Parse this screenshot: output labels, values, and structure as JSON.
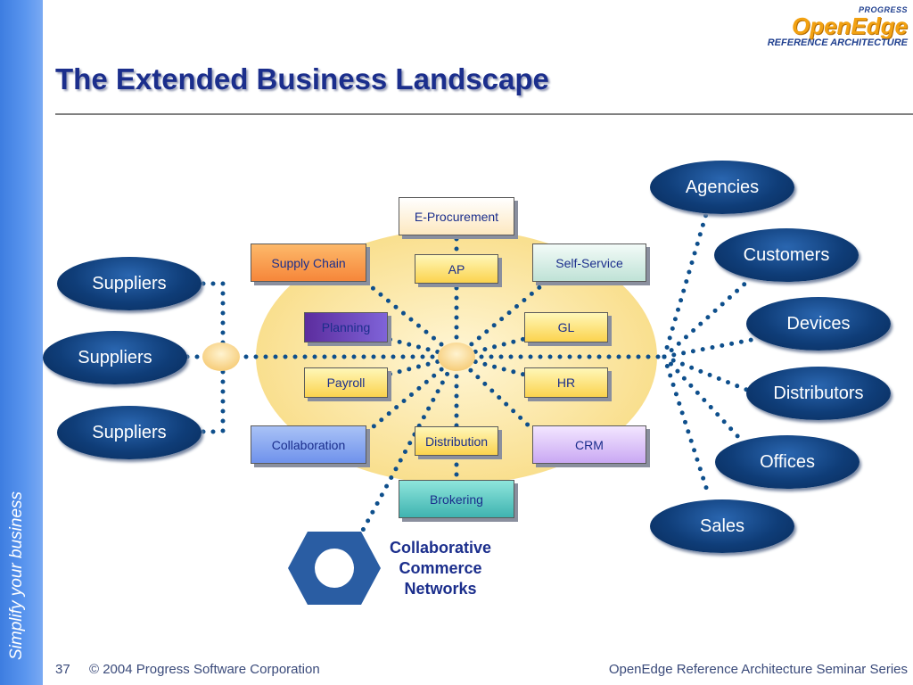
{
  "title": "The Extended Business Landscape",
  "sidebar": {
    "tagline": "Simplify your business"
  },
  "logo": {
    "brand": "PROGRESS",
    "product": "OpenEdge",
    "subtitle": "REFERENCE ARCHITECTURE"
  },
  "hub": {
    "top": "E-Procurement",
    "modules": {
      "supply_chain": "Supply Chain",
      "ap": "AP",
      "self_service": "Self-Service",
      "planning": "Planning",
      "gl": "GL",
      "payroll": "Payroll",
      "hr": "HR",
      "collaboration": "Collaboration",
      "distribution": "Distribution",
      "crm": "CRM",
      "brokering": "Brokering"
    }
  },
  "suppliers": [
    "Suppliers",
    "Suppliers",
    "Suppliers"
  ],
  "partners": [
    "Agencies",
    "Customers",
    "Devices",
    "Distributors",
    "Offices",
    "Sales"
  ],
  "network": {
    "label": "Collaborative\nCommerce\nNetworks"
  },
  "footer": {
    "page": "37",
    "copyright": "© 2004 Progress Software Corporation",
    "series": "OpenEdge Reference Architecture Seminar Series"
  },
  "colors": {
    "title": "#1b2e8c",
    "sidebar": "#4a8ae8",
    "oval": "#0f3d78",
    "hub_ellipse": "#fbe7a8",
    "dots": "#0e4f8c",
    "hexagon": "#2a5da3"
  }
}
